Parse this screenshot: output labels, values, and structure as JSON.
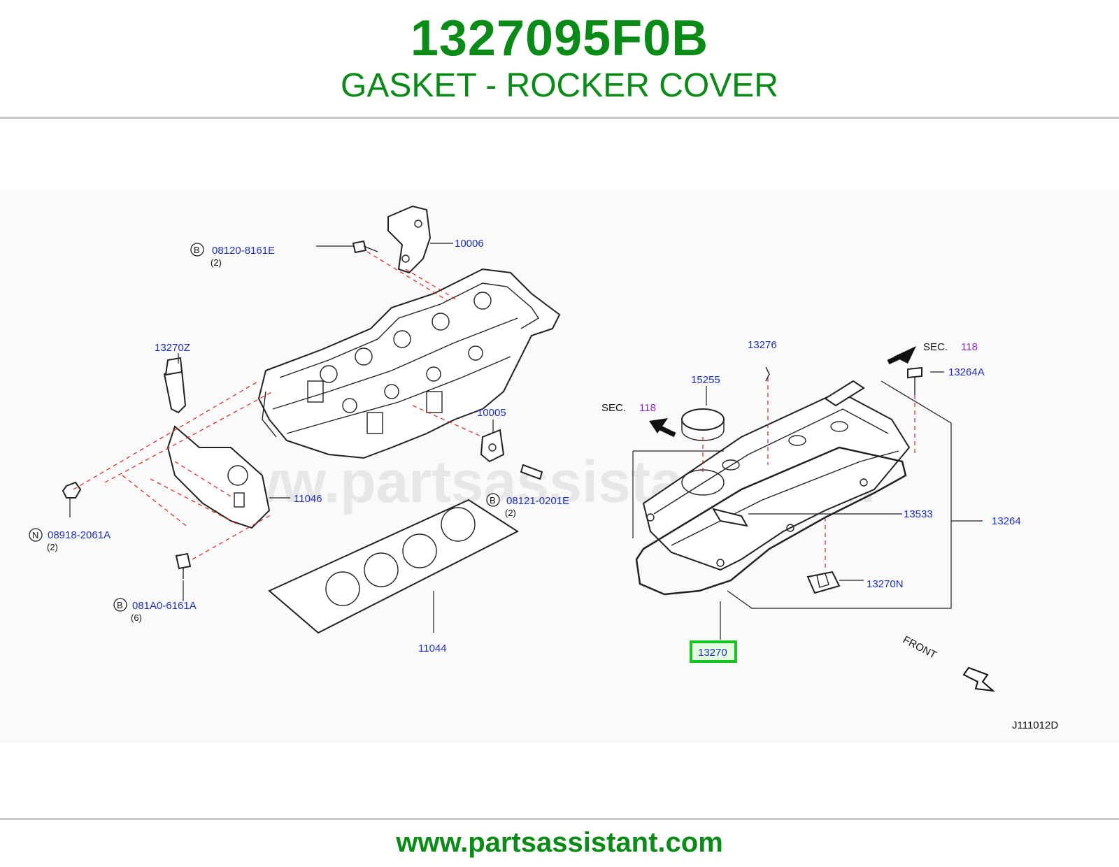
{
  "header": {
    "part_number": "1327095F0B",
    "part_name": "GASKET - ROCKER COVER"
  },
  "footer": {
    "url": "www.partsassistant.com"
  },
  "watermark": "www.partsassistant.com",
  "diagram": {
    "code": "J111012D",
    "front_label": "FRONT",
    "highlight_color": "#17c421",
    "callouts": {
      "p08120": {
        "prefix": "B",
        "number": "08120-8161E",
        "qty": "(2)"
      },
      "p10006": {
        "number": "10006"
      },
      "p13270Z": {
        "number": "13270Z"
      },
      "p10005": {
        "number": "10005"
      },
      "p08121": {
        "prefix": "B",
        "number": "08121-0201E",
        "qty": "(2)"
      },
      "p11046": {
        "number": "11046"
      },
      "p08918": {
        "prefix": "N",
        "number": "08918-2061A",
        "qty": "(2)"
      },
      "p081A0": {
        "prefix": "B",
        "number": "081A0-6161A",
        "qty": "(6)"
      },
      "p11044": {
        "number": "11044"
      },
      "p13276": {
        "number": "13276"
      },
      "p15255": {
        "number": "15255"
      },
      "p13264A": {
        "number": "13264A"
      },
      "p13533": {
        "number": "13533"
      },
      "p13264": {
        "number": "13264"
      },
      "p13270N": {
        "number": "13270N"
      },
      "p13270": {
        "number": "13270"
      }
    },
    "sec_refs": [
      {
        "label": "SEC.",
        "number": "118"
      },
      {
        "label": "SEC.",
        "number": "118"
      }
    ]
  }
}
